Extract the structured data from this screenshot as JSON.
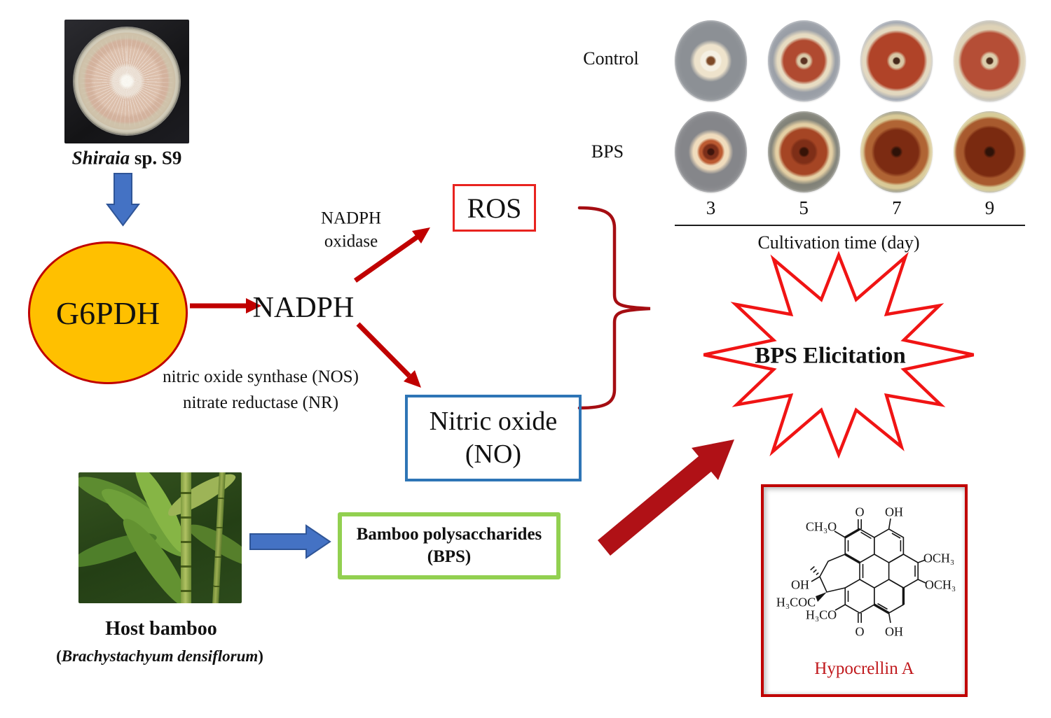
{
  "top_left": {
    "label_italic": "Shiraia",
    "label_rest": " sp. S9"
  },
  "pathway": {
    "g6pdh": "G6PDH",
    "nadph": "NADPH",
    "oxidase1": "NADPH",
    "oxidase2": "oxidase",
    "ros": "ROS",
    "nos": "nitric oxide synthase (NOS)",
    "nr": "nitrate reductase (NR)",
    "no1": "Nitric oxide",
    "no2": "(NO)"
  },
  "dish_panel": {
    "days": [
      "3",
      "5",
      "7",
      "9"
    ],
    "axis_label": "Cultivation time (day)",
    "rows": [
      {
        "label": "Control",
        "dishes": [
          {
            "gradient": "#7d4a28 0 5px, #f5f0e3 8px 14px, #eee3cc 16px 23px, #8c9095 30px 100%"
          },
          {
            "gradient": "#5d3322 0 4px, #d9c9a8 6px 9px, #b04a30 13px 29px, #e7dcc2 34px 38px, #999ea6 45px 100%"
          },
          {
            "gradient": "#46281a 0 4px, #d8c7a5 6px 10px, #b04328 14px 39px, #e3d8bf 44px 48px, #9da3ad 55px 100%"
          },
          {
            "gradient": "#4f2d1c 0 4px, #dcccab 6px 10px, #b54e36 14px 40px, #ded2b6 45px 50px, #bdbab0 57px 100%"
          }
        ]
      },
      {
        "label": "BPS",
        "dishes": [
          {
            "gradient": "#3f150c 0 4px, #7c2f1a 6px 10px, #bb5a31 13px 16px, #f0dcbd 20px 25px, #85868a 32px 100%"
          },
          {
            "gradient": "#371307 0 5px, #7e2e17 8px 16px, #a54524 20px 32px, #e4cfa4 37px 40px, #808177 47px 100%"
          },
          {
            "gradient": "#2e1208 0 5px, #7c2b12 9px 31px, #b06434 36px 44px, #d9c995 48px 52px, #82836f 58px 100%"
          },
          {
            "gradient": "#2e1208 0 5px, #7a2a10 9px 34px, #a85a2e 38px 47px, #d6c992 51px 55px, #83857a 60px 100%"
          }
        ]
      }
    ]
  },
  "elicitation": {
    "label": "BPS Elicitation",
    "star_color": "#f01414"
  },
  "bps_box": {
    "line1": "Bamboo polysaccharides",
    "line2": "(BPS)"
  },
  "bottom_left": {
    "title": "Host  bamboo",
    "open": "(",
    "species": "Brachystachyum densiflorum",
    "close": ")"
  },
  "hypocrellin": {
    "caption": "Hypocrellin A",
    "labels": {
      "o_top": "O",
      "oh_top": "OH",
      "ch3o": "CH₃O",
      "och3_upper": "OCH₃",
      "och3_lower": "OCH₃",
      "oh_left": "OH",
      "acetyl": "H₃COC",
      "h3co": "H₃CO",
      "o_bottom": "O",
      "oh_bottom": "OH"
    }
  },
  "colors": {
    "arrow_red": "#c00000",
    "brace_red": "#a50d12",
    "big_arrow_red": "#b01116",
    "star_red": "#f01414",
    "ros_border": "#e8231f",
    "no_border": "#2e75b6",
    "bps_green": "#92d050",
    "g6pdh_fill": "#ffc000",
    "blue_arrow": "#4472c4"
  }
}
